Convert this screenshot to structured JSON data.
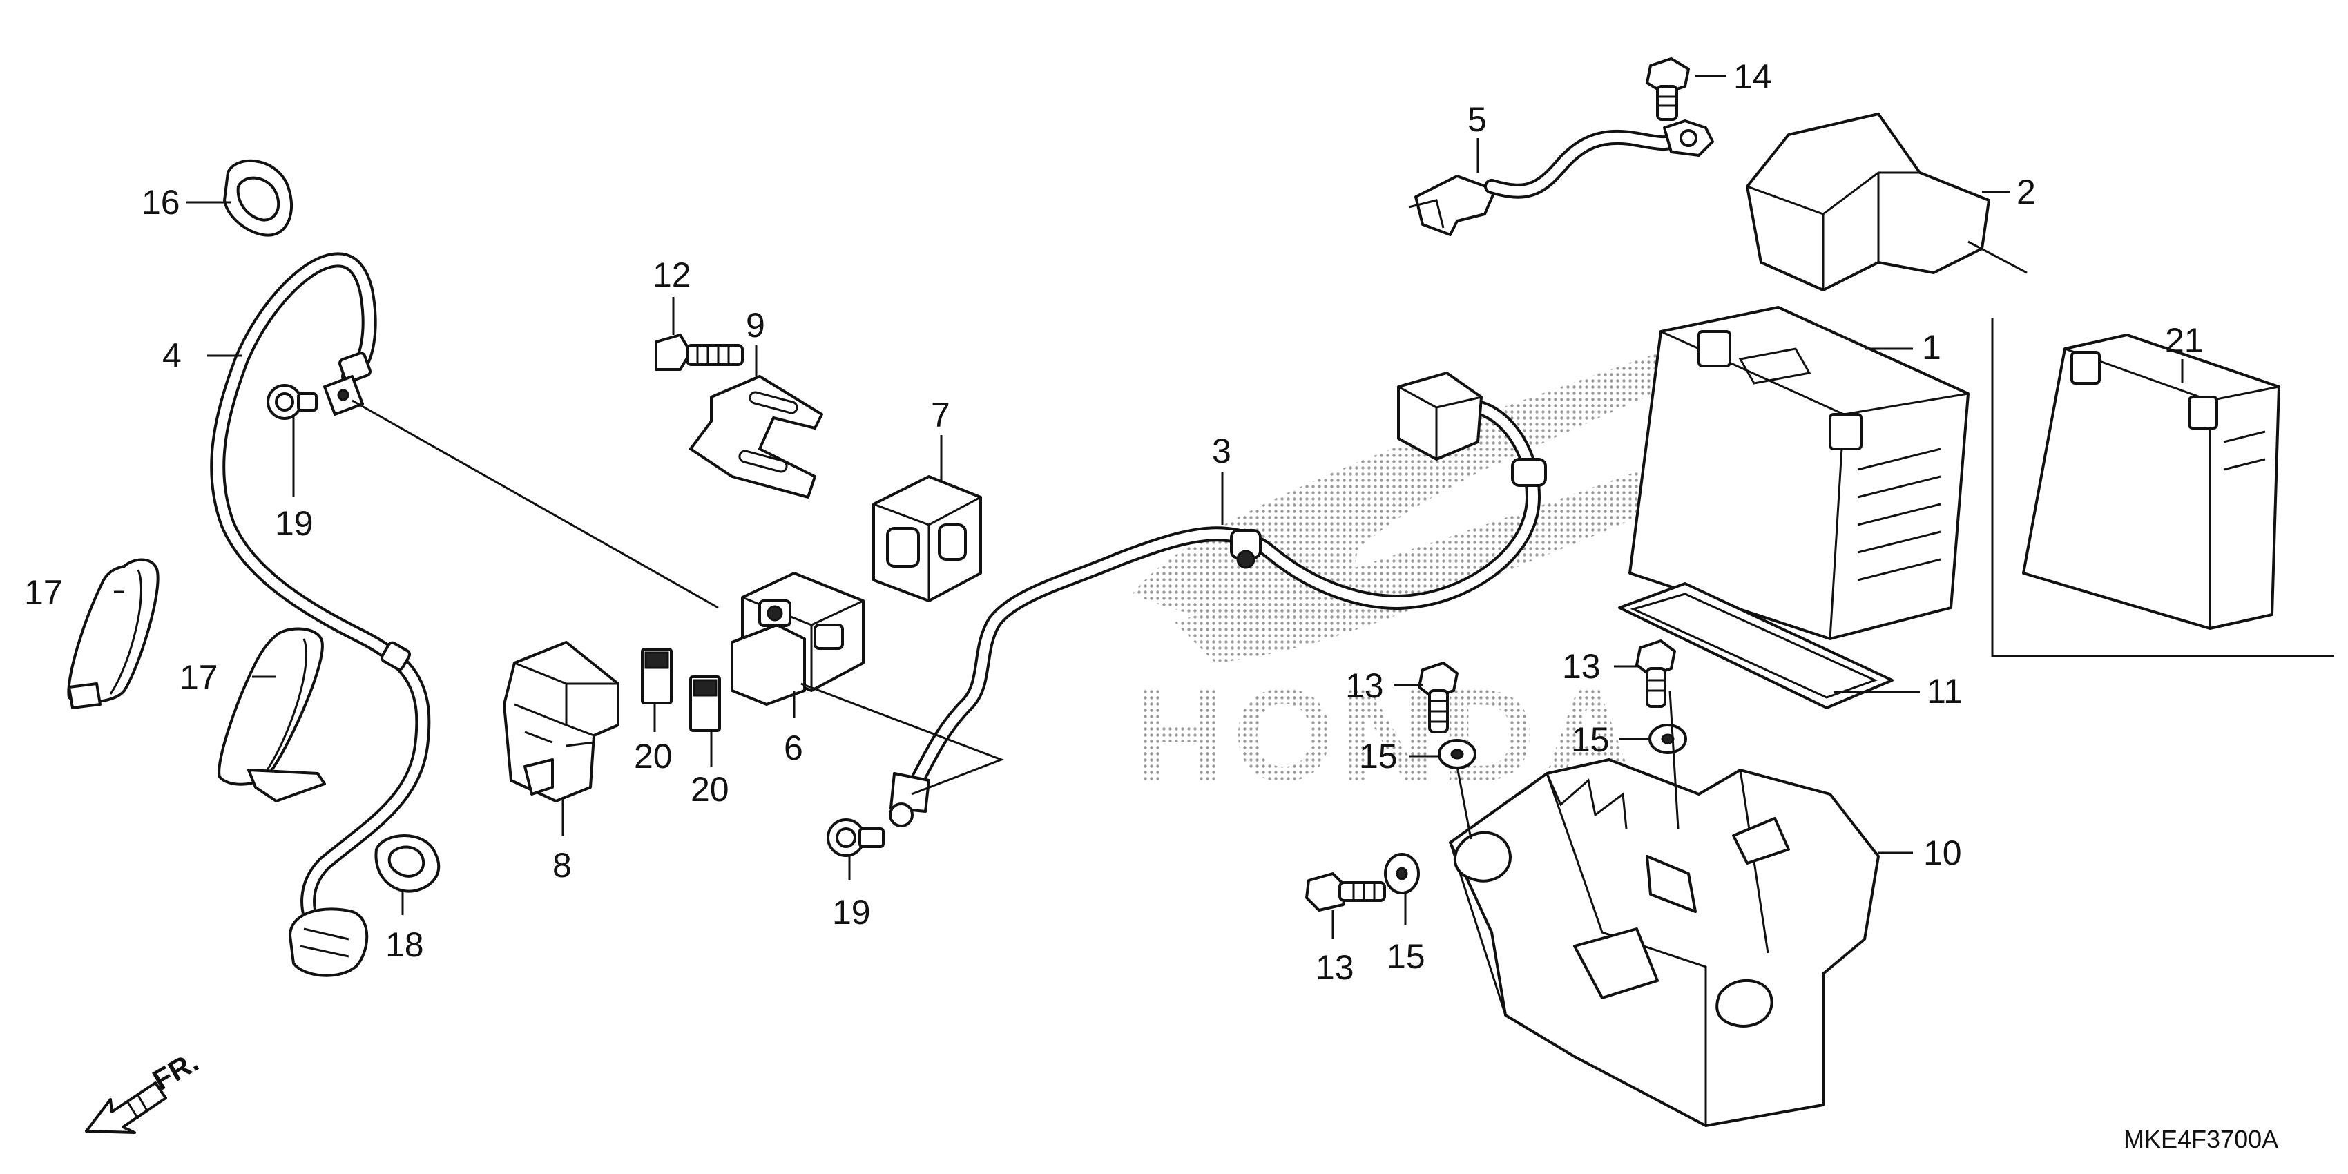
{
  "diagram_code": "MKE4F3700A",
  "front_label": "FR.",
  "callouts": [
    "1",
    "2",
    "3",
    "4",
    "5",
    "6",
    "7",
    "8",
    "9",
    "10",
    "11",
    "12",
    "13",
    "14",
    "15",
    "16",
    "17",
    "18",
    "19",
    "20",
    "21"
  ],
  "watermark": "HONDA"
}
